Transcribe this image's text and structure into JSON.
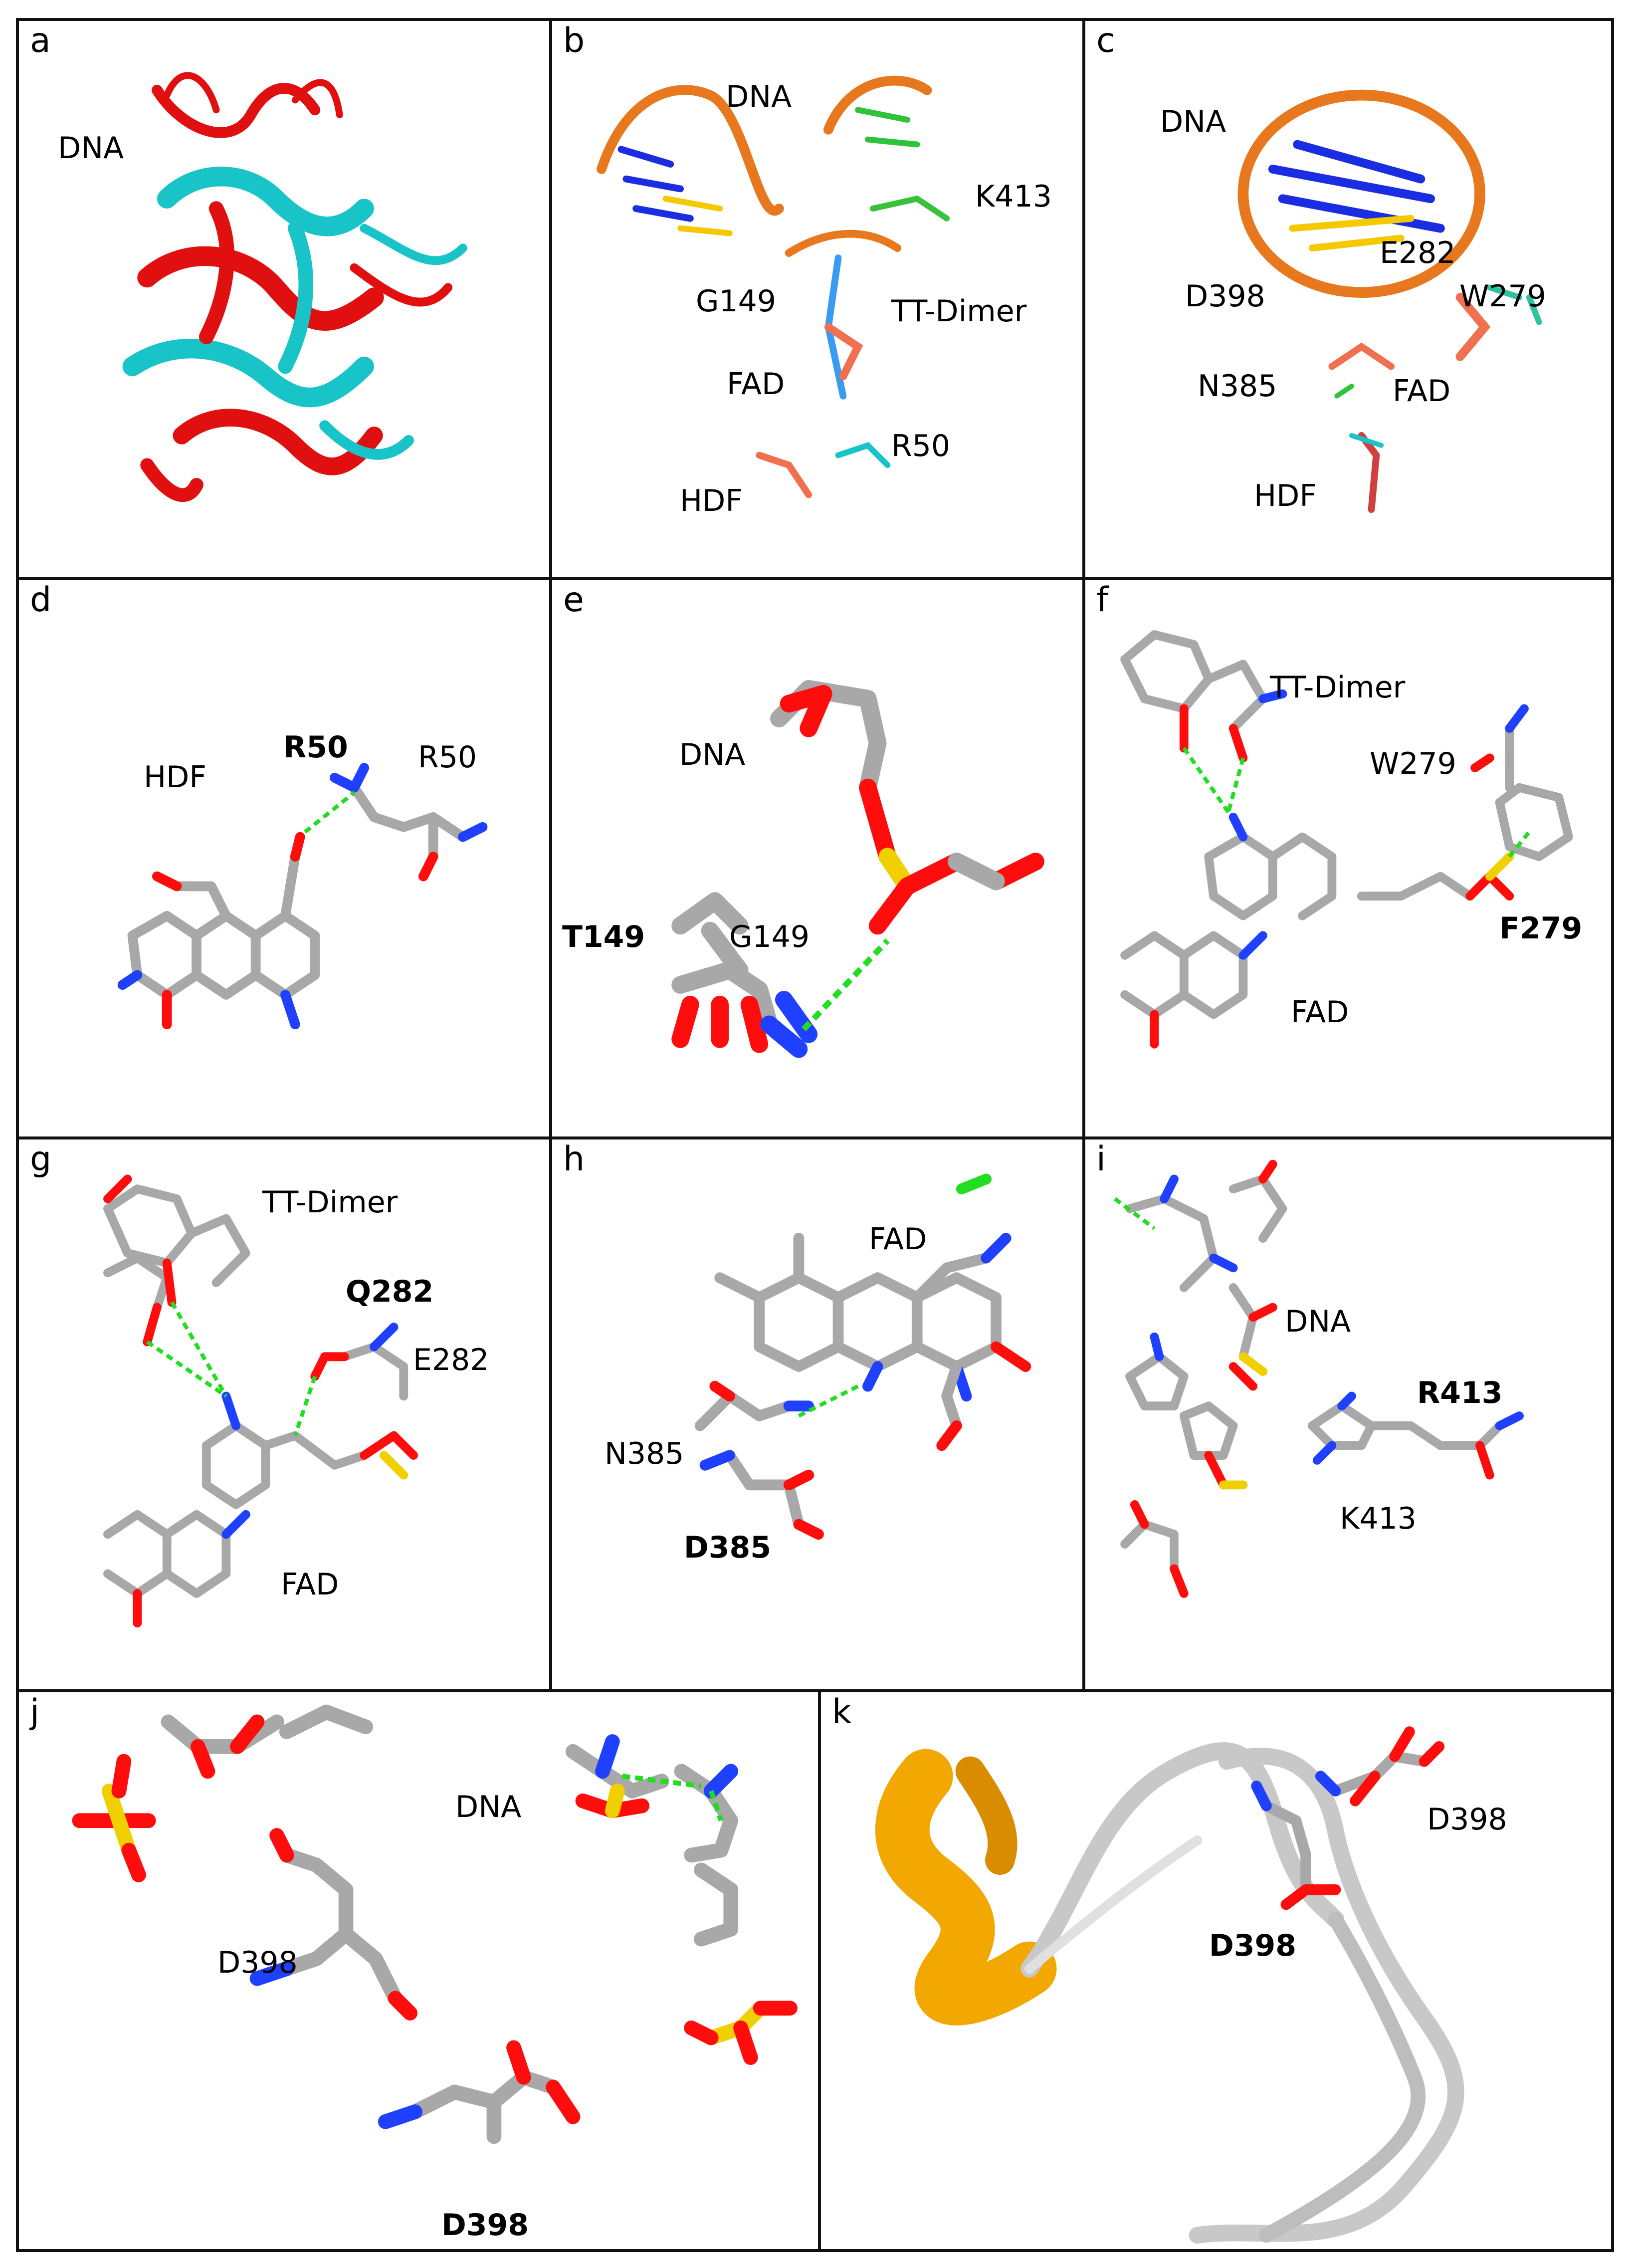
{
  "panels": {
    "a": {
      "letter": "a",
      "labels": [
        "DNA"
      ]
    },
    "b": {
      "letter": "b",
      "labels": [
        "DNA",
        "K413",
        "G149",
        "TT-Dimer",
        "FAD",
        "R50",
        "HDF"
      ]
    },
    "c": {
      "letter": "c",
      "labels": [
        "DNA",
        "E282",
        "D398",
        "W279",
        "N385",
        "FAD",
        "HDF"
      ]
    },
    "d": {
      "letter": "d",
      "labels": [
        "R50",
        "R50",
        "HDF"
      ]
    },
    "e": {
      "letter": "e",
      "labels": [
        "DNA",
        "T149",
        "G149"
      ]
    },
    "f": {
      "letter": "f",
      "labels": [
        "TT-Dimer",
        "W279",
        "F279",
        "FAD"
      ]
    },
    "g": {
      "letter": "g",
      "labels": [
        "TT-Dimer",
        "Q282",
        "E282",
        "FAD"
      ]
    },
    "h": {
      "letter": "h",
      "labels": [
        "FAD",
        "N385",
        "D385"
      ]
    },
    "i": {
      "letter": "i",
      "labels": [
        "DNA",
        "R413",
        "K413"
      ]
    },
    "j": {
      "letter": "j",
      "labels": [
        "DNA",
        "D398",
        "D398"
      ]
    },
    "k": {
      "letter": "k",
      "labels": [
        "D398",
        "D398"
      ]
    }
  },
  "colors": {
    "carbon": "#a8a8a8",
    "oxygen": "#ff0d0d",
    "nitrogen": "#2040ff",
    "phosphorus": "#f0d000",
    "hbond": "#22dd22",
    "mutant_ribbon": "#e01010",
    "wildtype_ribbon": "#19c4c8",
    "helix_orange": "#f2a800"
  }
}
